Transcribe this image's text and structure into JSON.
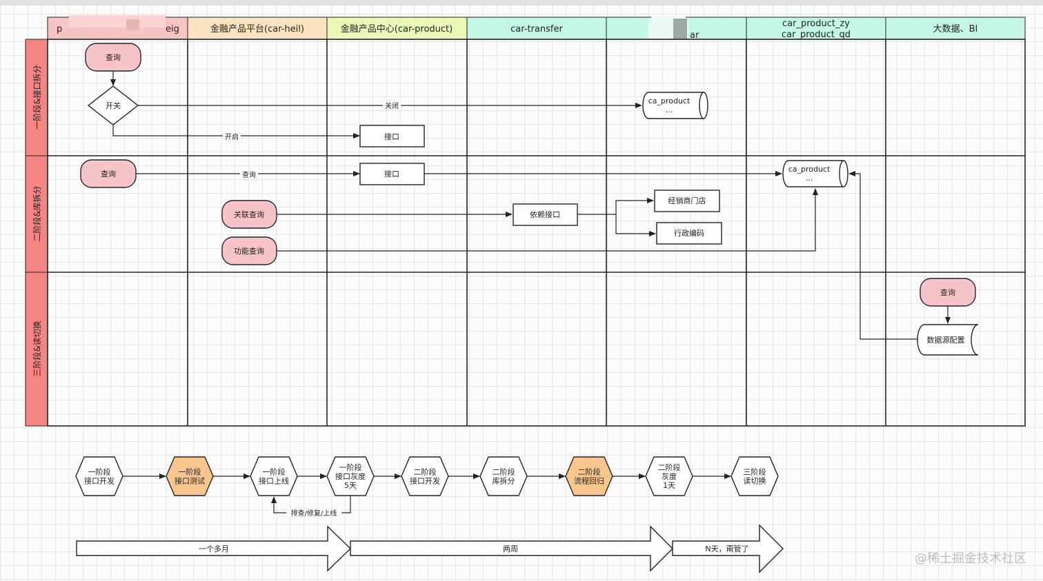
{
  "columns": [
    {
      "label": "p",
      "label2": "eig",
      "color": "#f9c4c4"
    },
    {
      "label": "金融产品平台(car-heil)",
      "color": "#fde3c0"
    },
    {
      "label": "金融产品中心(car-product)",
      "color": "#eaf8b8"
    },
    {
      "label": "car-transfer",
      "color": "#c4f7e4"
    },
    {
      "label": "ar",
      "color": "#c4f7e4"
    },
    {
      "label": "car_product_zy",
      "label2": "car_product_qd",
      "color": "#c4f7e4"
    },
    {
      "label": "大数据、BI",
      "color": "#c4f7e4"
    }
  ],
  "lanes": [
    {
      "label": "一阶段&接口拆分"
    },
    {
      "label": "二阶段&库拆分"
    },
    {
      "label": "三阶段&读切换"
    }
  ],
  "nodes": {
    "query1": "查询",
    "switch": "开关",
    "api1": "接口",
    "db1_line1": "ca_product",
    "db1_line2": "...",
    "query2": "查询",
    "api2": "接口",
    "db2_line1": "ca_product",
    "db2_line2": "...",
    "rel_query": "关联查询",
    "func_query": "功能查询",
    "dep_api": "依赖接口",
    "dealer": "经销商门店",
    "admin_code": "行政编码",
    "query3": "查询",
    "ds_config": "数据源配置"
  },
  "edges": {
    "close": "关闭",
    "open": "开启",
    "query": "查询"
  },
  "timeline": [
    {
      "l1": "一阶段",
      "l2": "接口开发",
      "l3": "",
      "highlight": false
    },
    {
      "l1": "一阶段",
      "l2": "接口测试",
      "l3": "",
      "highlight": true
    },
    {
      "l1": "一阶段",
      "l2": "接口上线",
      "l3": "",
      "highlight": false
    },
    {
      "l1": "一阶段",
      "l2": "接口灰度",
      "l3": "5天",
      "highlight": false
    },
    {
      "l1": "二阶段",
      "l2": "接口开发",
      "l3": "",
      "highlight": false
    },
    {
      "l1": "二阶段",
      "l2": "库拆分",
      "l3": "",
      "highlight": false
    },
    {
      "l1": "二阶段",
      "l2": "流程回归",
      "l3": "",
      "highlight": true
    },
    {
      "l1": "二阶段",
      "l2": "灰度",
      "l3": "1天",
      "highlight": false
    },
    {
      "l1": "三阶段",
      "l2": "读切换",
      "l3": "",
      "highlight": false
    }
  ],
  "loop_label": "排查/修复/上线",
  "durations": [
    "一个多月",
    "两周",
    "N天，甭管了"
  ],
  "watermark": "@稀土掘金技术社区",
  "colors": {
    "node_pink": "#f9c4c9",
    "lane_red": "#f58585",
    "hex_orange": "#f9c58f",
    "line": "#222222"
  }
}
